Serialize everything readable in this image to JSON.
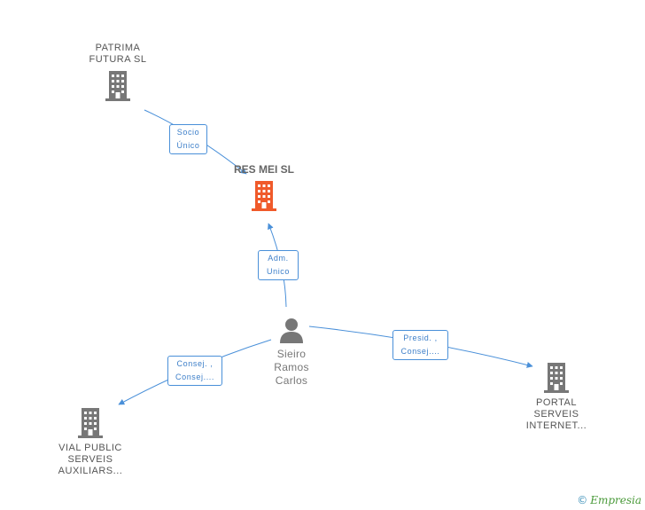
{
  "colors": {
    "edge": "#4a90d9",
    "building": "#777777",
    "building_main": "#f05a2a",
    "person": "#777777"
  },
  "nodes": {
    "patrima": {
      "label": "PATRIMA\nFUTURA  SL",
      "icon": "building-icon"
    },
    "resmei": {
      "label": "RES MEI SL",
      "icon": "building-icon"
    },
    "sieiro": {
      "label": "Sieiro\nRamos\nCarlos",
      "icon": "person-icon"
    },
    "vial": {
      "label": "VIAL PUBLIC\nSERVEIS\nAUXILIARS...",
      "icon": "building-icon"
    },
    "portal": {
      "label": "PORTAL\nSERVEIS\nINTERNET...",
      "icon": "building-icon"
    }
  },
  "edges": {
    "socio": {
      "label": "Socio\nÚnico"
    },
    "adm": {
      "label": "Adm.\nUnico"
    },
    "consej": {
      "label": "Consej. ,\nConsej...."
    },
    "presid": {
      "label": "Presid. ,\nConsej...."
    }
  },
  "watermark": {
    "symbol": "©",
    "brand": "Empresia"
  }
}
